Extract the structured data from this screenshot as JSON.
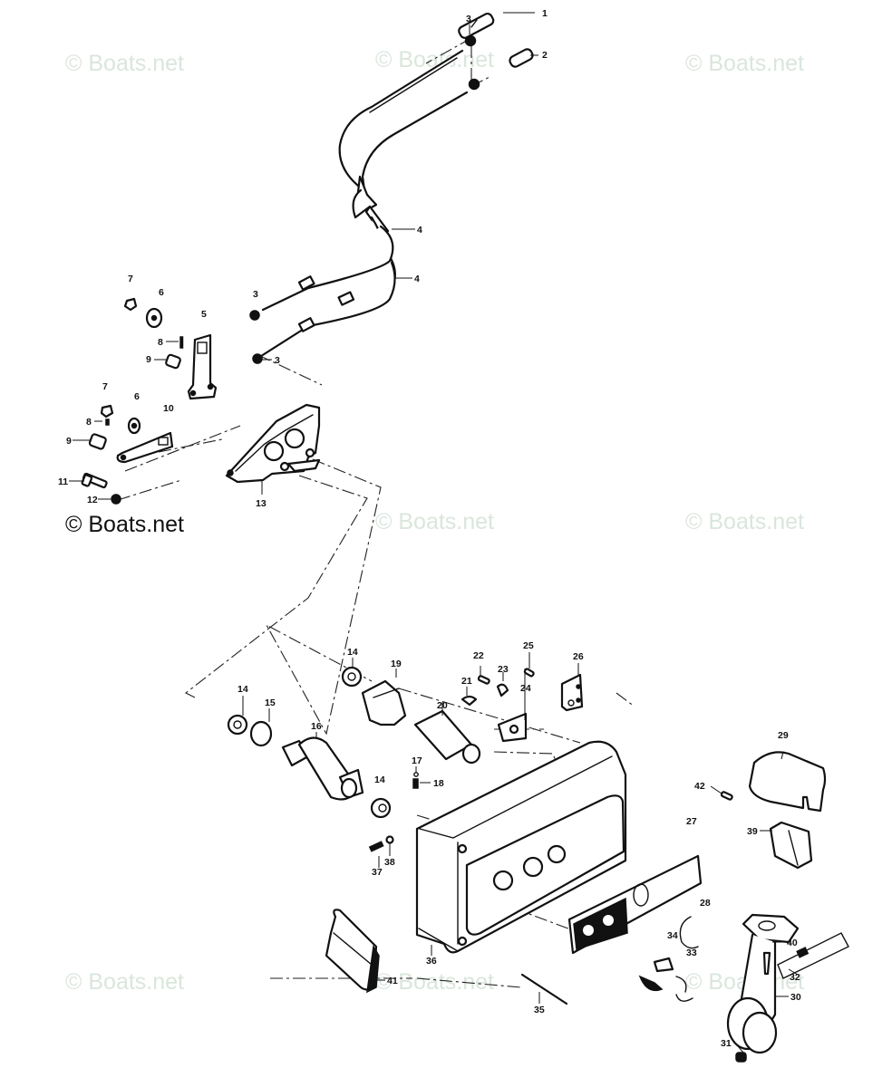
{
  "diagram": {
    "title": "Remote control box exploded parts diagram",
    "watermarks": [
      {
        "text": "© Boats.net",
        "style": "faint"
      },
      {
        "text": "© Boats.net",
        "style": "faint"
      },
      {
        "text": "© Boats.net",
        "style": "faint"
      },
      {
        "text": "© Boats.net",
        "style": "dark"
      },
      {
        "text": "© Boats.net",
        "style": "faint"
      },
      {
        "text": "© Boats.net",
        "style": "faint"
      },
      {
        "text": "© Boats.net",
        "style": "faint"
      },
      {
        "text": "© Boats.net",
        "style": "faint"
      },
      {
        "text": "© Boats.net",
        "style": "faint"
      }
    ],
    "callouts": [
      {
        "id": "c1",
        "label": "1"
      },
      {
        "id": "c2",
        "label": "2"
      },
      {
        "id": "c3a",
        "label": "3"
      },
      {
        "id": "c3b",
        "label": "3"
      },
      {
        "id": "c3c",
        "label": "3"
      },
      {
        "id": "c4a",
        "label": "4"
      },
      {
        "id": "c4b",
        "label": "4"
      },
      {
        "id": "c5",
        "label": "5"
      },
      {
        "id": "c6a",
        "label": "6"
      },
      {
        "id": "c6b",
        "label": "6"
      },
      {
        "id": "c7a",
        "label": "7"
      },
      {
        "id": "c7b",
        "label": "7"
      },
      {
        "id": "c8a",
        "label": "8"
      },
      {
        "id": "c8b",
        "label": "8"
      },
      {
        "id": "c9a",
        "label": "9"
      },
      {
        "id": "c9b",
        "label": "9"
      },
      {
        "id": "c10",
        "label": "10"
      },
      {
        "id": "c11",
        "label": "11"
      },
      {
        "id": "c12",
        "label": "12"
      },
      {
        "id": "c13",
        "label": "13"
      },
      {
        "id": "c14a",
        "label": "14"
      },
      {
        "id": "c14b",
        "label": "14"
      },
      {
        "id": "c14c",
        "label": "14"
      },
      {
        "id": "c15",
        "label": "15"
      },
      {
        "id": "c16",
        "label": "16"
      },
      {
        "id": "c17",
        "label": "17"
      },
      {
        "id": "c18",
        "label": "18"
      },
      {
        "id": "c19",
        "label": "19"
      },
      {
        "id": "c20",
        "label": "20"
      },
      {
        "id": "c21",
        "label": "21"
      },
      {
        "id": "c22",
        "label": "22"
      },
      {
        "id": "c23",
        "label": "23"
      },
      {
        "id": "c24",
        "label": "24"
      },
      {
        "id": "c25",
        "label": "25"
      },
      {
        "id": "c26",
        "label": "26"
      },
      {
        "id": "c27",
        "label": "27"
      },
      {
        "id": "c28",
        "label": "28"
      },
      {
        "id": "c29",
        "label": "29"
      },
      {
        "id": "c30",
        "label": "30"
      },
      {
        "id": "c31",
        "label": "31"
      },
      {
        "id": "c32",
        "label": "32"
      },
      {
        "id": "c33",
        "label": "33"
      },
      {
        "id": "c34",
        "label": "34"
      },
      {
        "id": "c35",
        "label": "35"
      },
      {
        "id": "c36",
        "label": "36"
      },
      {
        "id": "c37",
        "label": "37"
      },
      {
        "id": "c38",
        "label": "38"
      },
      {
        "id": "c39",
        "label": "39"
      },
      {
        "id": "c40",
        "label": "40"
      },
      {
        "id": "c41",
        "label": "41"
      },
      {
        "id": "c42",
        "label": "42"
      }
    ]
  }
}
